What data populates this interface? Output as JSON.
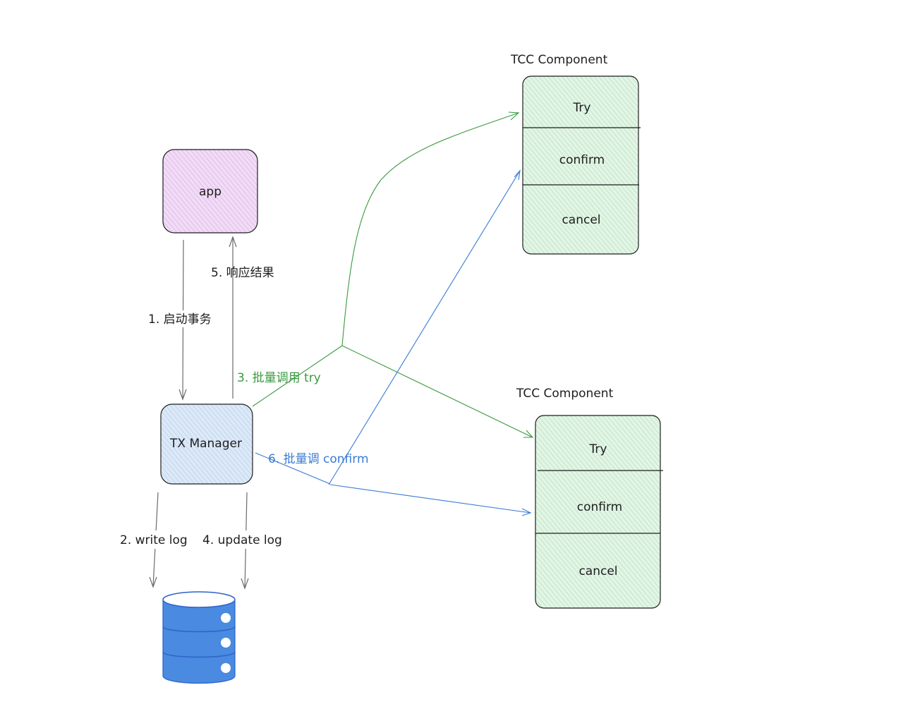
{
  "colors": {
    "app_fill": "#f1dcf5",
    "app_hatch": "#d9a6e6",
    "tx_fill": "#dde9f7",
    "tx_hatch": "#a9c8ec",
    "tcc_fill": "#e3f5e6",
    "tcc_hatch": "#a5dcae",
    "stroke": "#1e1e1e",
    "gray_arrow": "#6b6b6b",
    "green": "#3a9a3f",
    "blue": "#3a7bd5",
    "db_blue": "#4a8ae0",
    "db_dark": "#2d63c8"
  },
  "nodes": {
    "app": {
      "label": "app"
    },
    "tx_manager": {
      "label": "TX Manager"
    },
    "database": {
      "label": ""
    }
  },
  "tcc_components": [
    {
      "title": "TCC Component",
      "sections": [
        "Try",
        "confirm",
        "cancel"
      ]
    },
    {
      "title": "TCC Component",
      "sections": [
        "Try",
        "confirm",
        "cancel"
      ]
    }
  ],
  "edges": {
    "start_tx": {
      "label": "1. 启动事务"
    },
    "respond": {
      "label": "5. 响应结果"
    },
    "batch_try": {
      "label": "3. 批量调用 try"
    },
    "batch_confirm": {
      "label": "6. 批量调 confirm"
    },
    "write_log": {
      "label": "2. write log"
    },
    "update_log": {
      "label": "4. update log"
    }
  }
}
